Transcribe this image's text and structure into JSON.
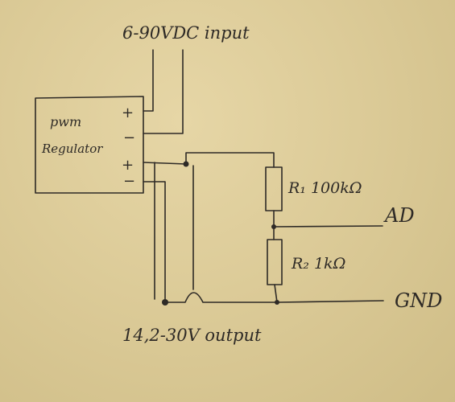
{
  "input_label": "6-90VDC input",
  "output_label": "14,2-30V output",
  "regulator": {
    "line1": "pwm",
    "line2": "Regulator",
    "pins": [
      "+",
      "−",
      "+",
      "−"
    ]
  },
  "resistors": [
    {
      "label": "R₁ 100kΩ"
    },
    {
      "label": "R₂ 1kΩ"
    }
  ],
  "terminals": {
    "adc": "AD",
    "ground": "GND"
  }
}
